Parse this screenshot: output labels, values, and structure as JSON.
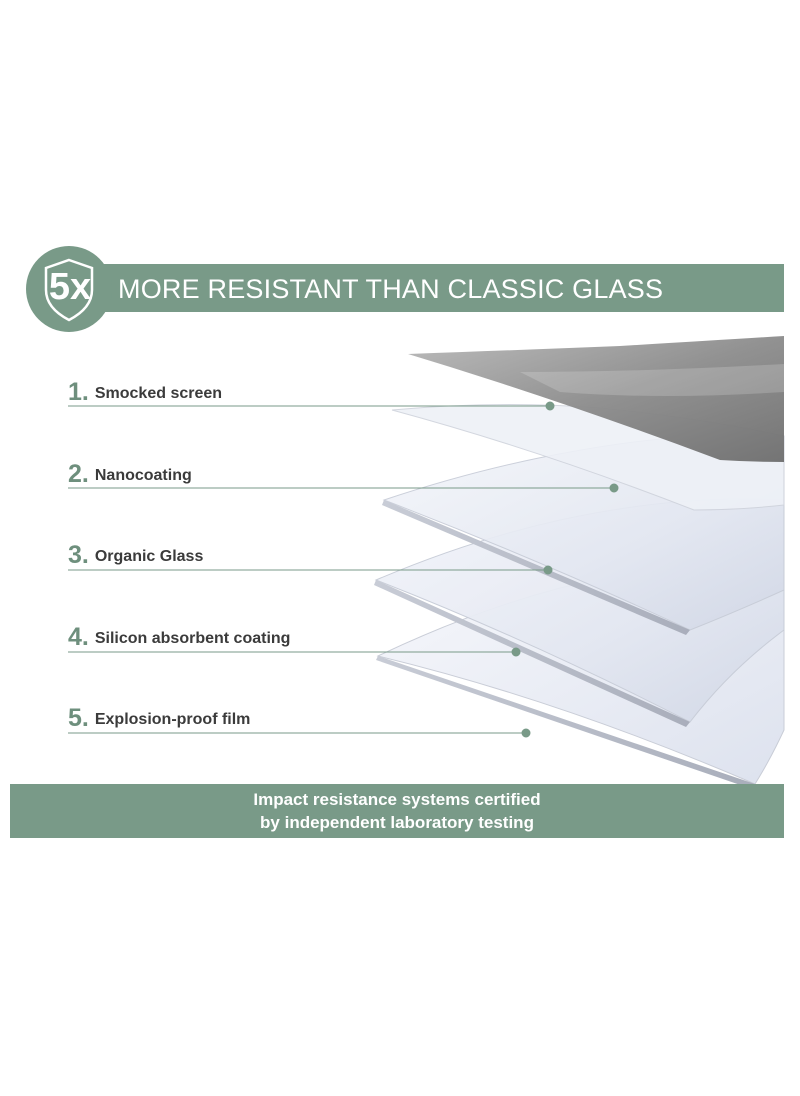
{
  "header": {
    "badge": "5x",
    "title": "MORE RESISTANT THAN CLASSIC GLASS",
    "icon": "shield-icon"
  },
  "layers": [
    {
      "number": "1.",
      "label": "Smocked screen"
    },
    {
      "number": "2.",
      "label": "Nanocoating"
    },
    {
      "number": "3.",
      "label": "Organic Glass"
    },
    {
      "number": "4.",
      "label": "Silicon absorbent coating"
    },
    {
      "number": "5.",
      "label": "Explosion-proof film"
    }
  ],
  "footer": {
    "line1": "Impact resistance systems certified",
    "line2": "by independent laboratory testing"
  },
  "colors": {
    "accent": "#799a88",
    "number": "#6e8f7d",
    "text": "#3b3b3b",
    "smoked_layer": "#8a8a8a"
  }
}
